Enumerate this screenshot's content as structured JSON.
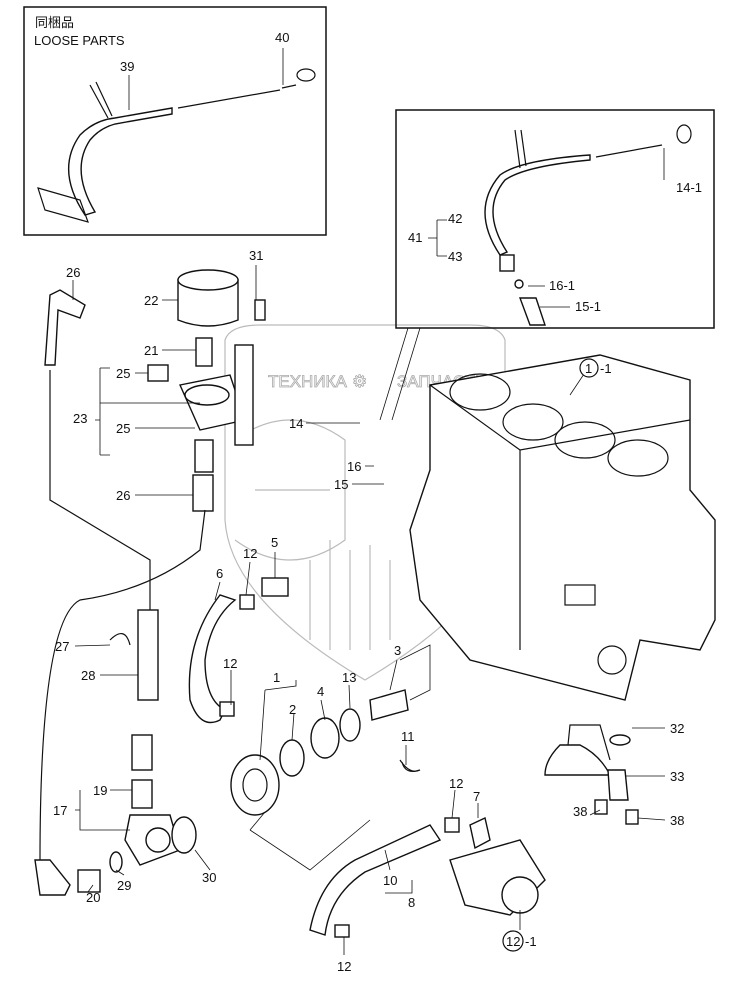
{
  "loose_parts_box": {
    "title_jp": "同梱品",
    "title_en": "LOOSE PARTS",
    "callouts": [
      "39",
      "40"
    ]
  },
  "inset_box": {
    "callouts": [
      "14-1",
      "42",
      "41",
      "43",
      "16-1",
      "15-1"
    ]
  },
  "callouts": {
    "c26a": "26",
    "c22": "22",
    "c31": "31",
    "c21": "21",
    "c25a": "25",
    "c23": "23",
    "c25b": "25",
    "c26b": "26",
    "c14": "14",
    "c16": "16",
    "c15": "15",
    "c1_1": "1",
    "c1_1_suffix": "-1",
    "c12a": "12",
    "c5": "5",
    "c6": "6",
    "c27": "27",
    "c28": "28",
    "c12b": "12",
    "c1": "1",
    "c2": "2",
    "c4": "4",
    "c13": "13",
    "c3": "3",
    "c32": "32",
    "c11": "11",
    "c33": "33",
    "c19": "19",
    "c17": "17",
    "c12c": "12",
    "c7": "7",
    "c38a": "38",
    "c38b": "38",
    "c30": "30",
    "c10": "10",
    "c8": "8",
    "c29": "29",
    "c20": "20",
    "c12_1": "12",
    "c12_1_suffix": "-1",
    "c12d": "12"
  },
  "watermark": {
    "left_text": "ТЕХНИКА",
    "right_text": "ЗАПЧАСТИ",
    "logo_letters": "ЭП"
  }
}
